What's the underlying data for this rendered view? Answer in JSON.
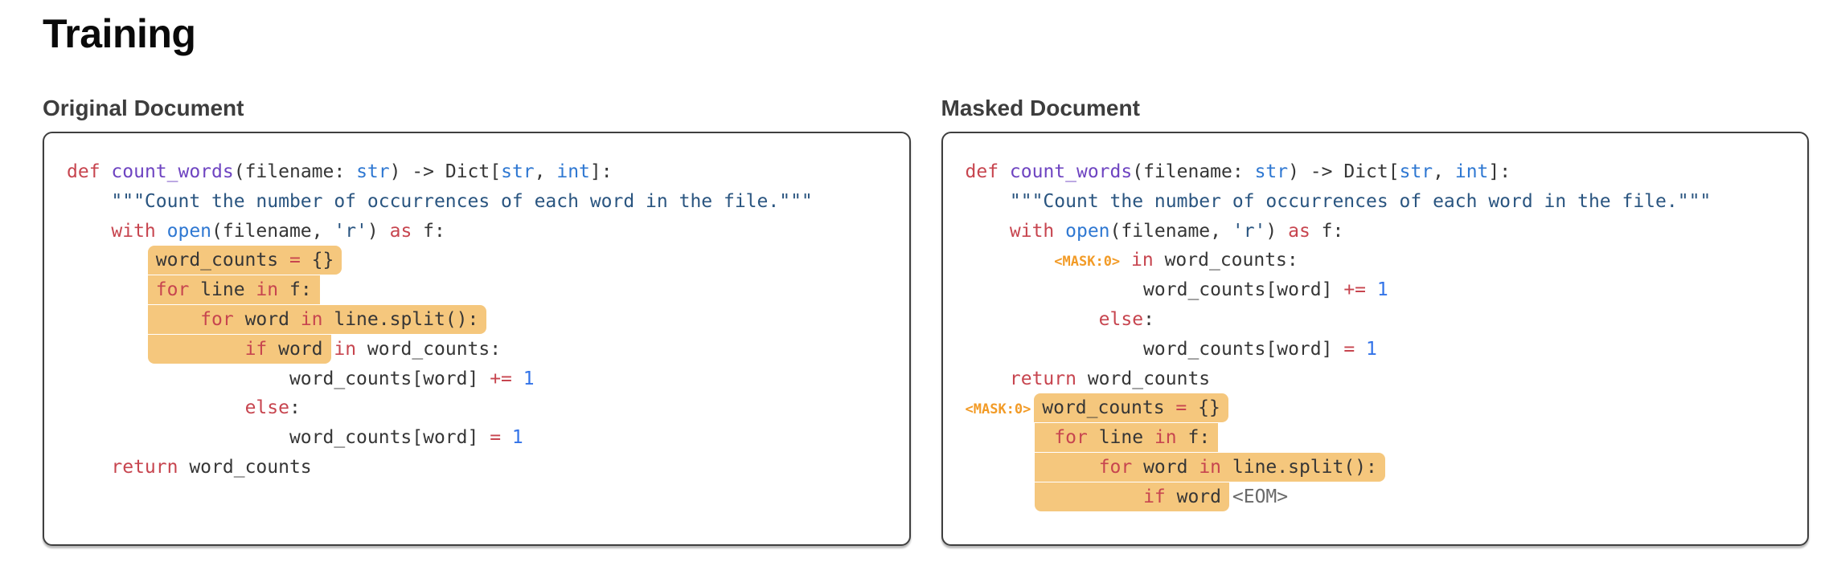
{
  "title": "Training",
  "colors": {
    "keyword": "#c7454f",
    "function": "#6e44c1",
    "builtin": "#2f78d2",
    "string": "#2a5580",
    "number": "#3273e8",
    "plain": "#363636",
    "mask": "#f29b27",
    "eom": "#696969",
    "highlight": "#f5c77d"
  },
  "panels": [
    {
      "heading": "Original Document",
      "lines": [
        [
          {
            "tokens": [
              [
                "def",
                "kw"
              ],
              [
                " ",
                "pl"
              ],
              [
                "count_words",
                "fn"
              ],
              [
                "(filename: ",
                "pl"
              ],
              [
                "str",
                "bi"
              ],
              [
                ") -> Dict[",
                "pl"
              ],
              [
                "str",
                "bi"
              ],
              [
                ", ",
                "pl"
              ],
              [
                "int",
                "bi"
              ],
              [
                "]:",
                "pl"
              ]
            ]
          }
        ],
        [
          {
            "tokens": [
              [
                "    ",
                "pl"
              ],
              [
                "\"\"\"Count the number of occurrences of each word in the file.\"\"\"",
                "str"
              ]
            ]
          }
        ],
        [
          {
            "tokens": [
              [
                "    ",
                "pl"
              ],
              [
                "with",
                "kw"
              ],
              [
                " ",
                "pl"
              ],
              [
                "open",
                "bi"
              ],
              [
                "(filename, ",
                "pl"
              ],
              [
                "'r'",
                "str"
              ],
              [
                ") ",
                "pl"
              ],
              [
                "as",
                "kw"
              ],
              [
                " f:",
                "pl"
              ]
            ]
          }
        ],
        [
          {
            "tokens": [
              [
                "        ",
                "pl"
              ]
            ]
          },
          {
            "hl": true,
            "round": "tl tr br",
            "tokens": [
              [
                "word_counts ",
                "pl"
              ],
              [
                "=",
                "kw"
              ],
              [
                " {}",
                "pl"
              ]
            ]
          }
        ],
        [
          {
            "tokens": [
              [
                "        ",
                "pl"
              ]
            ]
          },
          {
            "hl": true,
            "round": "",
            "tokens": [
              [
                "for",
                "kw"
              ],
              [
                " line ",
                "pl"
              ],
              [
                "in",
                "kw"
              ],
              [
                " f:",
                "pl"
              ]
            ]
          }
        ],
        [
          {
            "tokens": [
              [
                "        ",
                "pl"
              ]
            ]
          },
          {
            "hl": true,
            "round": "tr br",
            "tokens": [
              [
                "    ",
                "pl"
              ],
              [
                "for",
                "kw"
              ],
              [
                " word ",
                "pl"
              ],
              [
                "in",
                "kw"
              ],
              [
                " line.split():",
                "pl"
              ]
            ]
          }
        ],
        [
          {
            "tokens": [
              [
                "        ",
                "pl"
              ]
            ]
          },
          {
            "hl": true,
            "round": "bl br",
            "tokens": [
              [
                "        ",
                "pl"
              ],
              [
                "if",
                "kw"
              ],
              [
                " word",
                "pl"
              ]
            ]
          },
          {
            "tokens": [
              [
                " ",
                "pl"
              ],
              [
                "in",
                "kw"
              ],
              [
                " word_counts:",
                "pl"
              ]
            ]
          }
        ],
        [
          {
            "tokens": [
              [
                "                    word_counts[word] ",
                "pl"
              ],
              [
                "+=",
                "kw"
              ],
              [
                " ",
                "pl"
              ],
              [
                "1",
                "num"
              ]
            ]
          }
        ],
        [
          {
            "tokens": [
              [
                "                ",
                "pl"
              ],
              [
                "else",
                "kw"
              ],
              [
                ":",
                "pl"
              ]
            ]
          }
        ],
        [
          {
            "tokens": [
              [
                "                    word_counts[word] ",
                "pl"
              ],
              [
                "=",
                "kw"
              ],
              [
                " ",
                "pl"
              ],
              [
                "1",
                "num"
              ]
            ]
          }
        ],
        [
          {
            "tokens": [
              [
                "    ",
                "pl"
              ],
              [
                "return",
                "kw"
              ],
              [
                " word_counts",
                "pl"
              ]
            ]
          }
        ]
      ]
    },
    {
      "heading": "Masked Document",
      "lines": [
        [
          {
            "tokens": [
              [
                "def",
                "kw"
              ],
              [
                " ",
                "pl"
              ],
              [
                "count_words",
                "fn"
              ],
              [
                "(filename: ",
                "pl"
              ],
              [
                "str",
                "bi"
              ],
              [
                ") -> Dict[",
                "pl"
              ],
              [
                "str",
                "bi"
              ],
              [
                ", ",
                "pl"
              ],
              [
                "int",
                "bi"
              ],
              [
                "]:",
                "pl"
              ]
            ]
          }
        ],
        [
          {
            "tokens": [
              [
                "    ",
                "pl"
              ],
              [
                "\"\"\"Count the number of occurrences of each word in the file.\"\"\"",
                "str"
              ]
            ]
          }
        ],
        [
          {
            "tokens": [
              [
                "    ",
                "pl"
              ],
              [
                "with",
                "kw"
              ],
              [
                " ",
                "pl"
              ],
              [
                "open",
                "bi"
              ],
              [
                "(filename, ",
                "pl"
              ],
              [
                "'r'",
                "str"
              ],
              [
                ") ",
                "pl"
              ],
              [
                "as",
                "kw"
              ],
              [
                " f:",
                "pl"
              ]
            ]
          }
        ],
        [
          {
            "tokens": [
              [
                "        ",
                "pl"
              ],
              [
                "<MASK:0>",
                "mask"
              ],
              [
                " ",
                "pl"
              ],
              [
                "in",
                "kw"
              ],
              [
                " word_counts:",
                "pl"
              ]
            ]
          }
        ],
        [
          {
            "tokens": [
              [
                "                word_counts[word] ",
                "pl"
              ],
              [
                "+=",
                "kw"
              ],
              [
                " ",
                "pl"
              ],
              [
                "1",
                "num"
              ]
            ]
          }
        ],
        [
          {
            "tokens": [
              [
                "            ",
                "pl"
              ],
              [
                "else",
                "kw"
              ],
              [
                ":",
                "pl"
              ]
            ]
          }
        ],
        [
          {
            "tokens": [
              [
                "                word_counts[word] ",
                "pl"
              ],
              [
                "=",
                "kw"
              ],
              [
                " ",
                "pl"
              ],
              [
                "1",
                "num"
              ]
            ]
          }
        ],
        [
          {
            "tokens": [
              [
                "    ",
                "pl"
              ],
              [
                "return",
                "kw"
              ],
              [
                " word_counts",
                "pl"
              ]
            ]
          }
        ],
        [
          {
            "tokens": [
              [
                "<MASK:0>",
                "mask"
              ],
              [
                " ",
                "pl"
              ]
            ]
          },
          {
            "hl": true,
            "round": "tl tr br",
            "tokens": [
              [
                "word_counts ",
                "pl"
              ],
              [
                "=",
                "kw"
              ],
              [
                " {}",
                "pl"
              ]
            ]
          }
        ],
        [
          {
            "tokens": [
              [
                "       ",
                "pl"
              ]
            ]
          },
          {
            "hl": true,
            "round": "",
            "tokens": [
              [
                " ",
                "pl"
              ],
              [
                "for",
                "kw"
              ],
              [
                " line ",
                "pl"
              ],
              [
                "in",
                "kw"
              ],
              [
                " f:",
                "pl"
              ]
            ]
          }
        ],
        [
          {
            "tokens": [
              [
                "       ",
                "pl"
              ]
            ]
          },
          {
            "hl": true,
            "round": "tr br",
            "tokens": [
              [
                "     ",
                "pl"
              ],
              [
                "for",
                "kw"
              ],
              [
                " word ",
                "pl"
              ],
              [
                "in",
                "kw"
              ],
              [
                " line.split():",
                "pl"
              ]
            ]
          }
        ],
        [
          {
            "tokens": [
              [
                "       ",
                "pl"
              ]
            ]
          },
          {
            "hl": true,
            "round": "bl br",
            "tokens": [
              [
                "         ",
                "pl"
              ],
              [
                "if",
                "kw"
              ],
              [
                " word",
                "pl"
              ]
            ]
          },
          {
            "tokens": [
              [
                " ",
                "pl"
              ],
              [
                "<EOM>",
                "eom"
              ]
            ]
          }
        ]
      ]
    }
  ]
}
